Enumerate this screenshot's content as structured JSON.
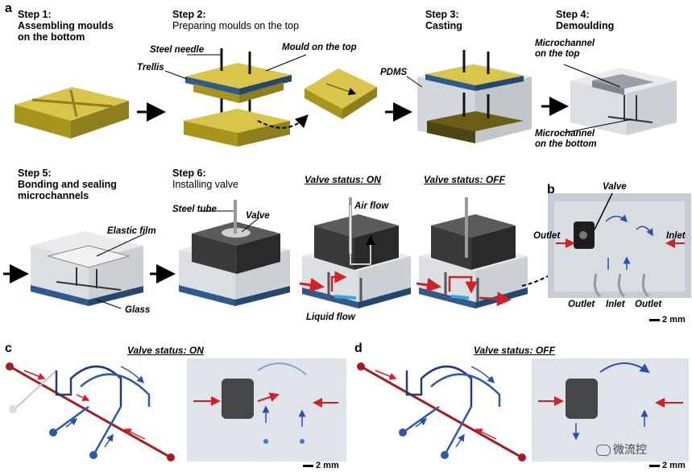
{
  "panels": {
    "a": "a",
    "b": "b",
    "c": "c",
    "d": "d"
  },
  "steps": [
    {
      "title": "Step 1:",
      "line1": "Assembling moulds",
      "line2": "on the bottom"
    },
    {
      "title": "Step 2:",
      "line1": "Preparing moulds on the top",
      "line2": ""
    },
    {
      "title": "Step 3:",
      "line1": "Casting",
      "line2": ""
    },
    {
      "title": "Step 4:",
      "line1": "Demoulding",
      "line2": ""
    },
    {
      "title": "Step 5:",
      "line1": "Bonding and sealing",
      "line2": "microchannels"
    },
    {
      "title": "Step 6:",
      "line1": "Installing valve",
      "line2": ""
    }
  ],
  "callouts": {
    "steel_needle": "Steel needle",
    "mould_top": "Mould on the top",
    "trellis": "Trellis",
    "pdms": "PDMS",
    "microchannel_top_1": "Microchannel",
    "microchannel_top_2": "on the top",
    "microchannel_bottom_1": "Microchannel",
    "microchannel_bottom_2": "on the bottom",
    "elastic_film": "Elastic film",
    "glass": "Glass",
    "steel_tube": "Steel tube",
    "valve": "Valve",
    "air_flow": "Air flow",
    "liquid_flow": "Liquid flow"
  },
  "status": {
    "on": "Valve status: ON",
    "off": "Valve status: OFF"
  },
  "photo_b": {
    "valve": "Valve",
    "outlet_left": "Outlet",
    "inlet_right": "Inlet",
    "outlet_bottom_1": "Outlet",
    "inlet_bottom": "Inlet",
    "outlet_bottom_2": "Outlet"
  },
  "scale": {
    "b": "2 mm",
    "c": "2 mm",
    "d": "2 mm"
  },
  "watermark": "微流控",
  "colors": {
    "mould": "#c8b43a",
    "mould_dark": "#8f7e1e",
    "trellis": "#2f5a8c",
    "pdms": "#d9dbde",
    "glass": "#3a5f8a",
    "valve": "#3a3a3a",
    "red": "#d0202a",
    "blue": "#2a4fb0"
  }
}
